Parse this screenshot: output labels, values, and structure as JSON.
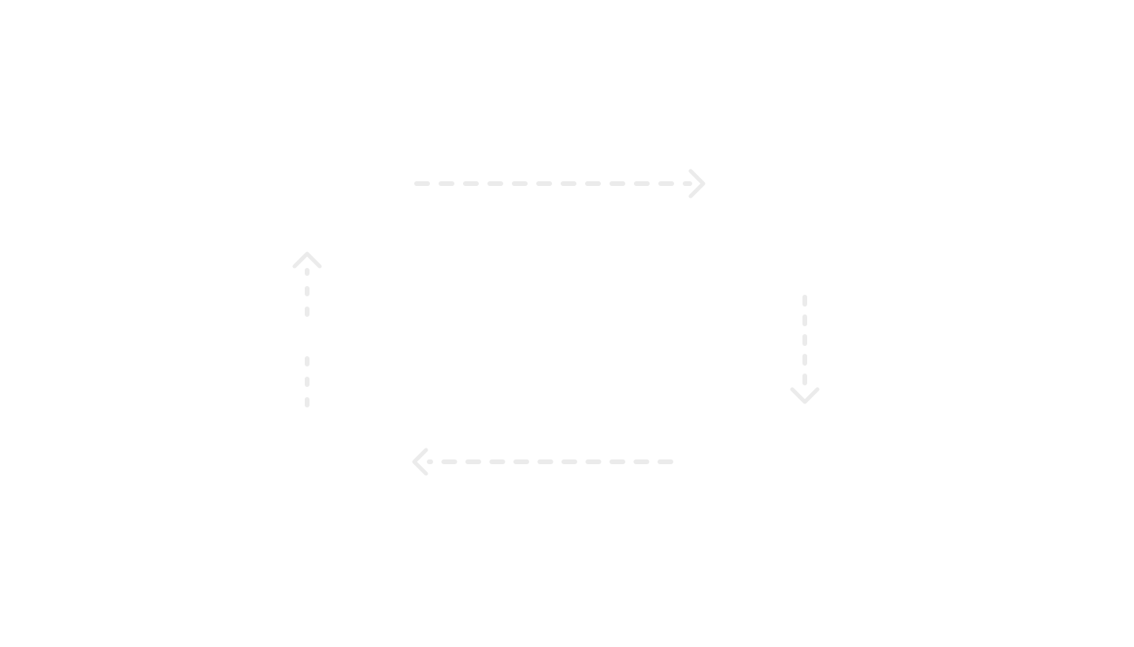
{
  "diagram": {
    "type": "cycle",
    "arrow_color": "#ebebeb",
    "line_style": "dashed",
    "arrows": [
      {
        "name": "top",
        "direction": "right"
      },
      {
        "name": "right",
        "direction": "down"
      },
      {
        "name": "bottom",
        "direction": "left"
      },
      {
        "name": "left",
        "direction": "up"
      }
    ]
  }
}
